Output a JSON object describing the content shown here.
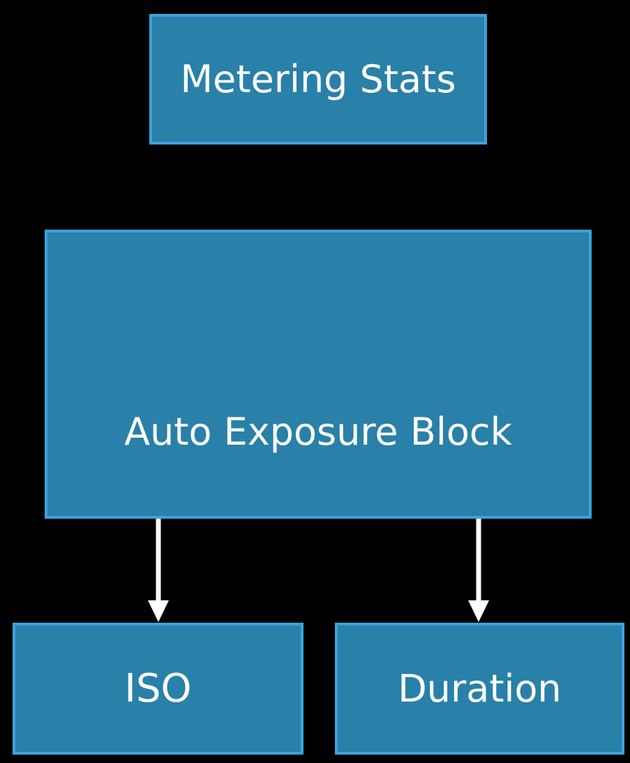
{
  "diagram": {
    "nodes": {
      "metering_stats": {
        "label": "Metering Stats"
      },
      "auto_exposure_block": {
        "label": "Auto Exposure Block"
      },
      "iso": {
        "label": "ISO"
      },
      "duration": {
        "label": "Duration"
      }
    },
    "edges": [
      {
        "from": "auto_exposure_block",
        "to": "iso"
      },
      {
        "from": "auto_exposure_block",
        "to": "duration"
      }
    ]
  },
  "colors": {
    "background": "#000000",
    "box_fill": "#2980a8",
    "box_border": "#3aa3de",
    "text": "#ffffff",
    "arrow": "#ffffff"
  }
}
